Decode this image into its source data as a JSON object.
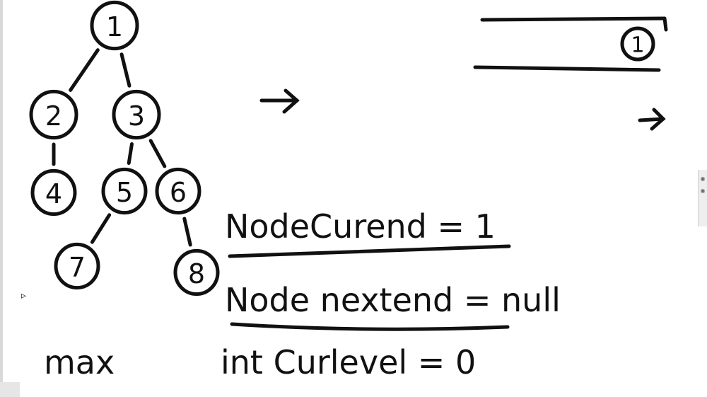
{
  "tree": {
    "nodes": [
      {
        "id": "1",
        "label": "1"
      },
      {
        "id": "2",
        "label": "2"
      },
      {
        "id": "3",
        "label": "3"
      },
      {
        "id": "4",
        "label": "4"
      },
      {
        "id": "5",
        "label": "5"
      },
      {
        "id": "6",
        "label": "6"
      },
      {
        "id": "7",
        "label": "7"
      },
      {
        "id": "8",
        "label": "8"
      }
    ],
    "edges": [
      [
        "1",
        "2"
      ],
      [
        "1",
        "3"
      ],
      [
        "2",
        "4"
      ],
      [
        "3",
        "5"
      ],
      [
        "3",
        "6"
      ],
      [
        "5",
        "7"
      ],
      [
        "6",
        "8"
      ]
    ]
  },
  "queue": {
    "items": [
      "1"
    ]
  },
  "statements": {
    "cur_end": "NodeCurend = 1",
    "next_end": "Node nextend = null",
    "cur_level": "int Curlevel = 0",
    "max_label": "max"
  }
}
